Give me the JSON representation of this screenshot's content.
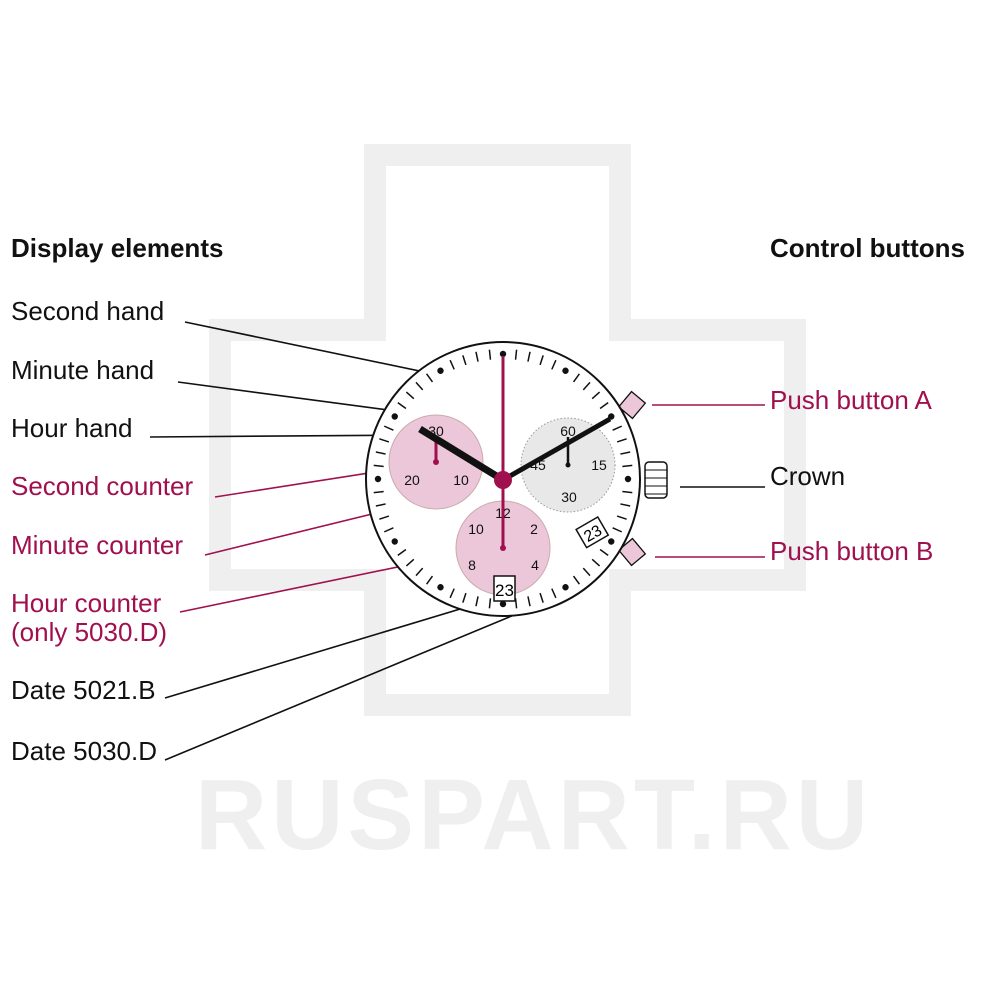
{
  "watermark": "RUSPART.RU",
  "display_heading": "Display elements",
  "control_heading": "Control buttons",
  "display_labels": [
    "Second hand",
    "Minute hand",
    "Hour hand",
    "Second counter",
    "Minute counter",
    "Hour counter",
    "(only 5030.D)",
    "Date 5021.B",
    "Date 5030.D"
  ],
  "control_labels": [
    "Push button A",
    "Crown",
    "Push button B"
  ],
  "left_subdial": [
    "30",
    "20",
    "10"
  ],
  "right_subdial": [
    "60",
    "45",
    "15",
    "30"
  ],
  "bottom_subdial": [
    "12",
    "10",
    "2",
    "8",
    "4"
  ],
  "date_window": "23",
  "date_window_2": "23",
  "colors": {
    "accent": "#a0104f",
    "pink": "#ecc6d9",
    "gray": "#e8e8e8"
  }
}
